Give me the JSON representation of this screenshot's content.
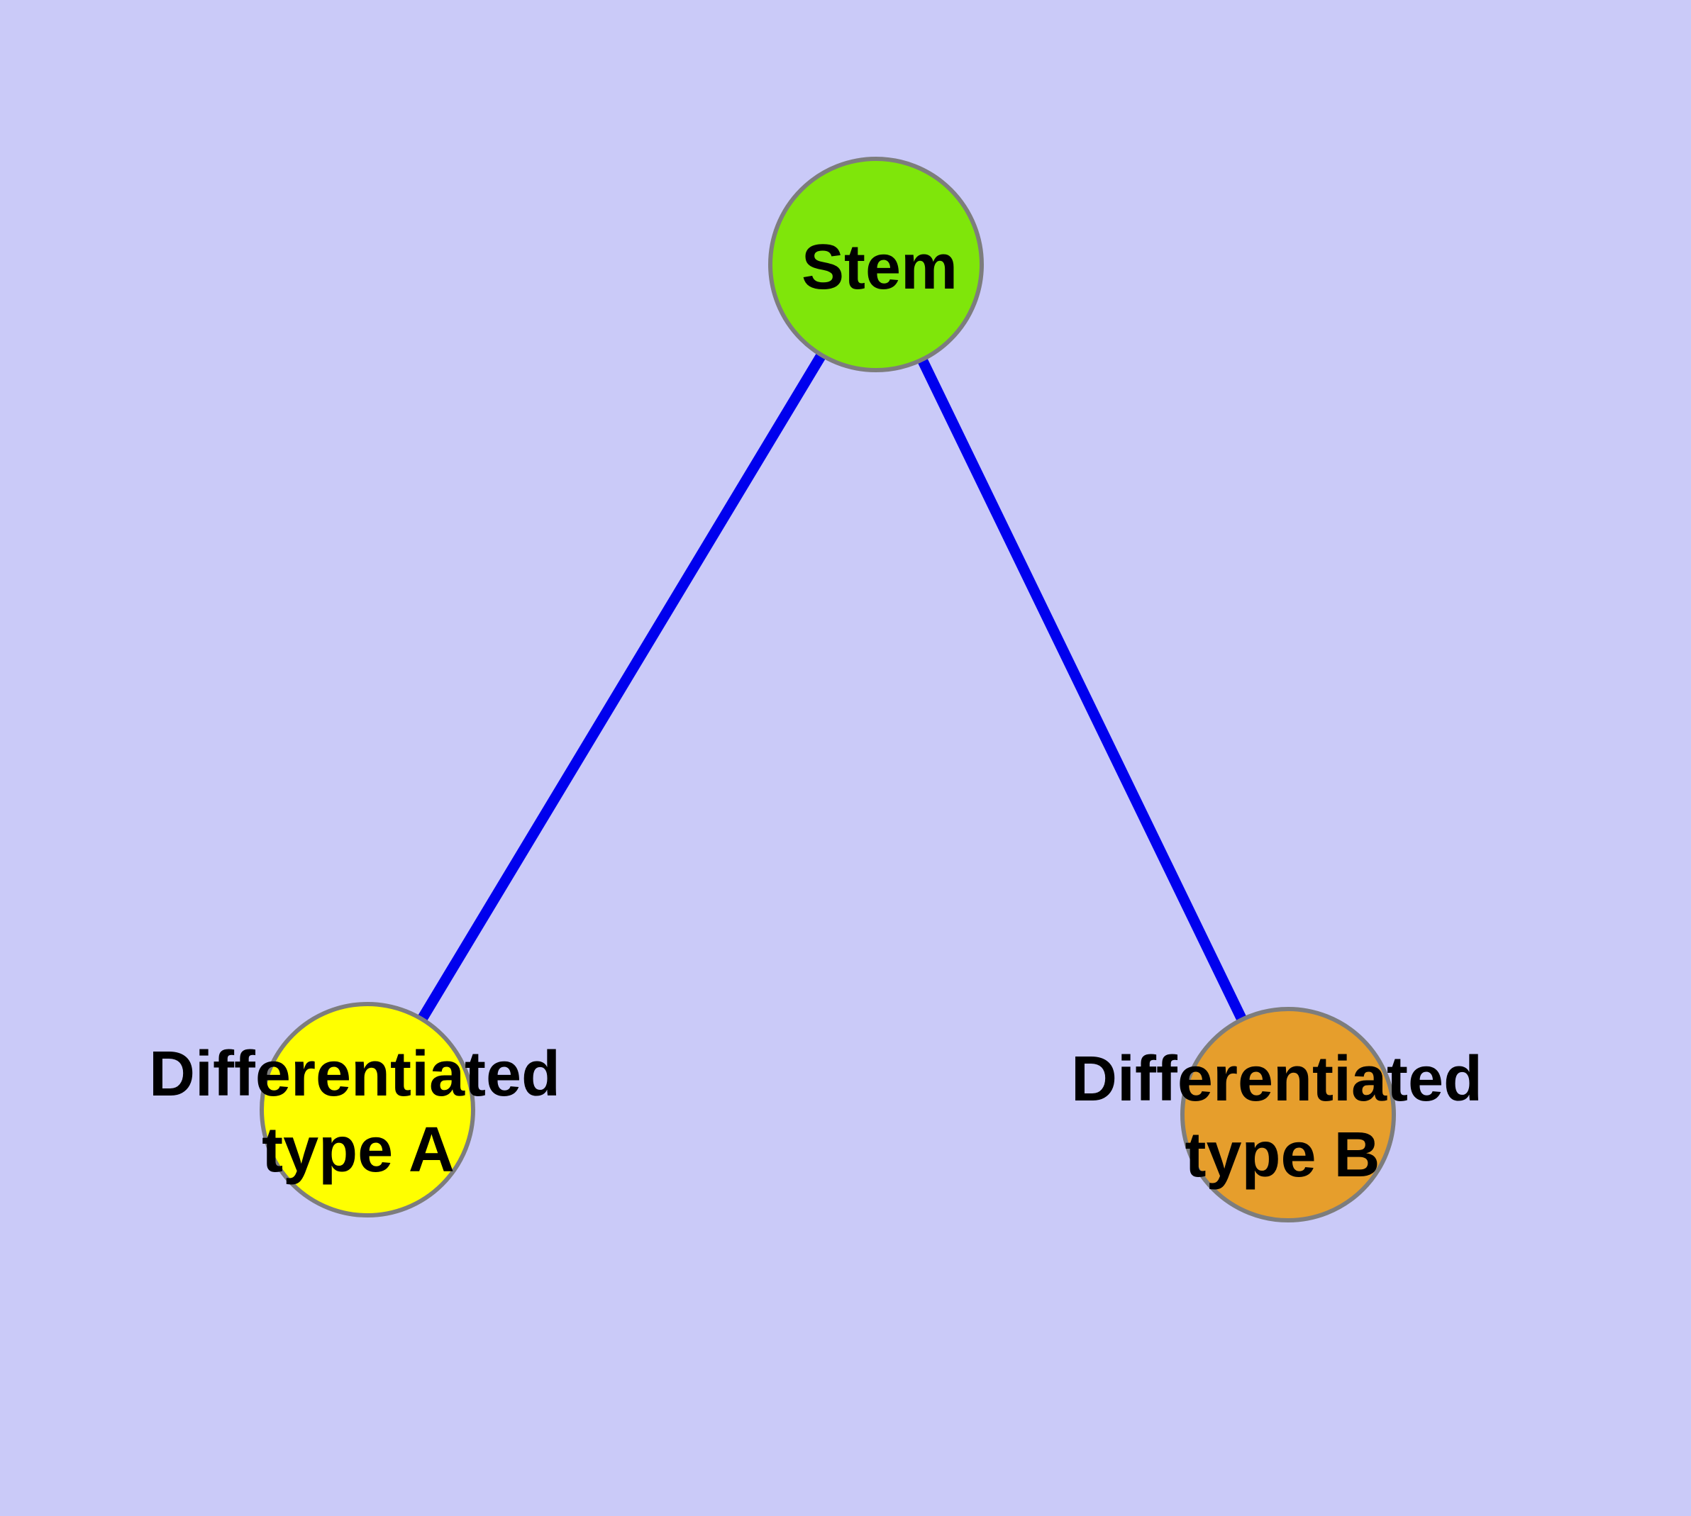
{
  "diagram": {
    "type": "graph",
    "description": "Stem cell differentiation tree: a stem node connected to two differentiated cell type nodes",
    "colors": {
      "background": "#CACAF8",
      "edge": "#0000EE",
      "node_border": "#7D7D7D",
      "label_text": "#000000",
      "stem_fill": "#7FE60A",
      "type_a_fill": "#FFFF00",
      "type_b_fill": "#E69E2C"
    },
    "nodes": {
      "stem": {
        "label": "Stem",
        "fill": "#7FE60A"
      },
      "type_a": {
        "label": "Differentiated type A",
        "label_lines": [
          "Differentiated",
          "type A"
        ],
        "fill": "#FFFF00"
      },
      "type_b": {
        "label": "Differentiated type B",
        "label_lines": [
          "Differentiated",
          "type B"
        ],
        "fill": "#E69E2C"
      }
    },
    "edges": [
      {
        "from": "Stem",
        "to": "Differentiated type A"
      },
      {
        "from": "Stem",
        "to": "Differentiated type B"
      }
    ]
  }
}
